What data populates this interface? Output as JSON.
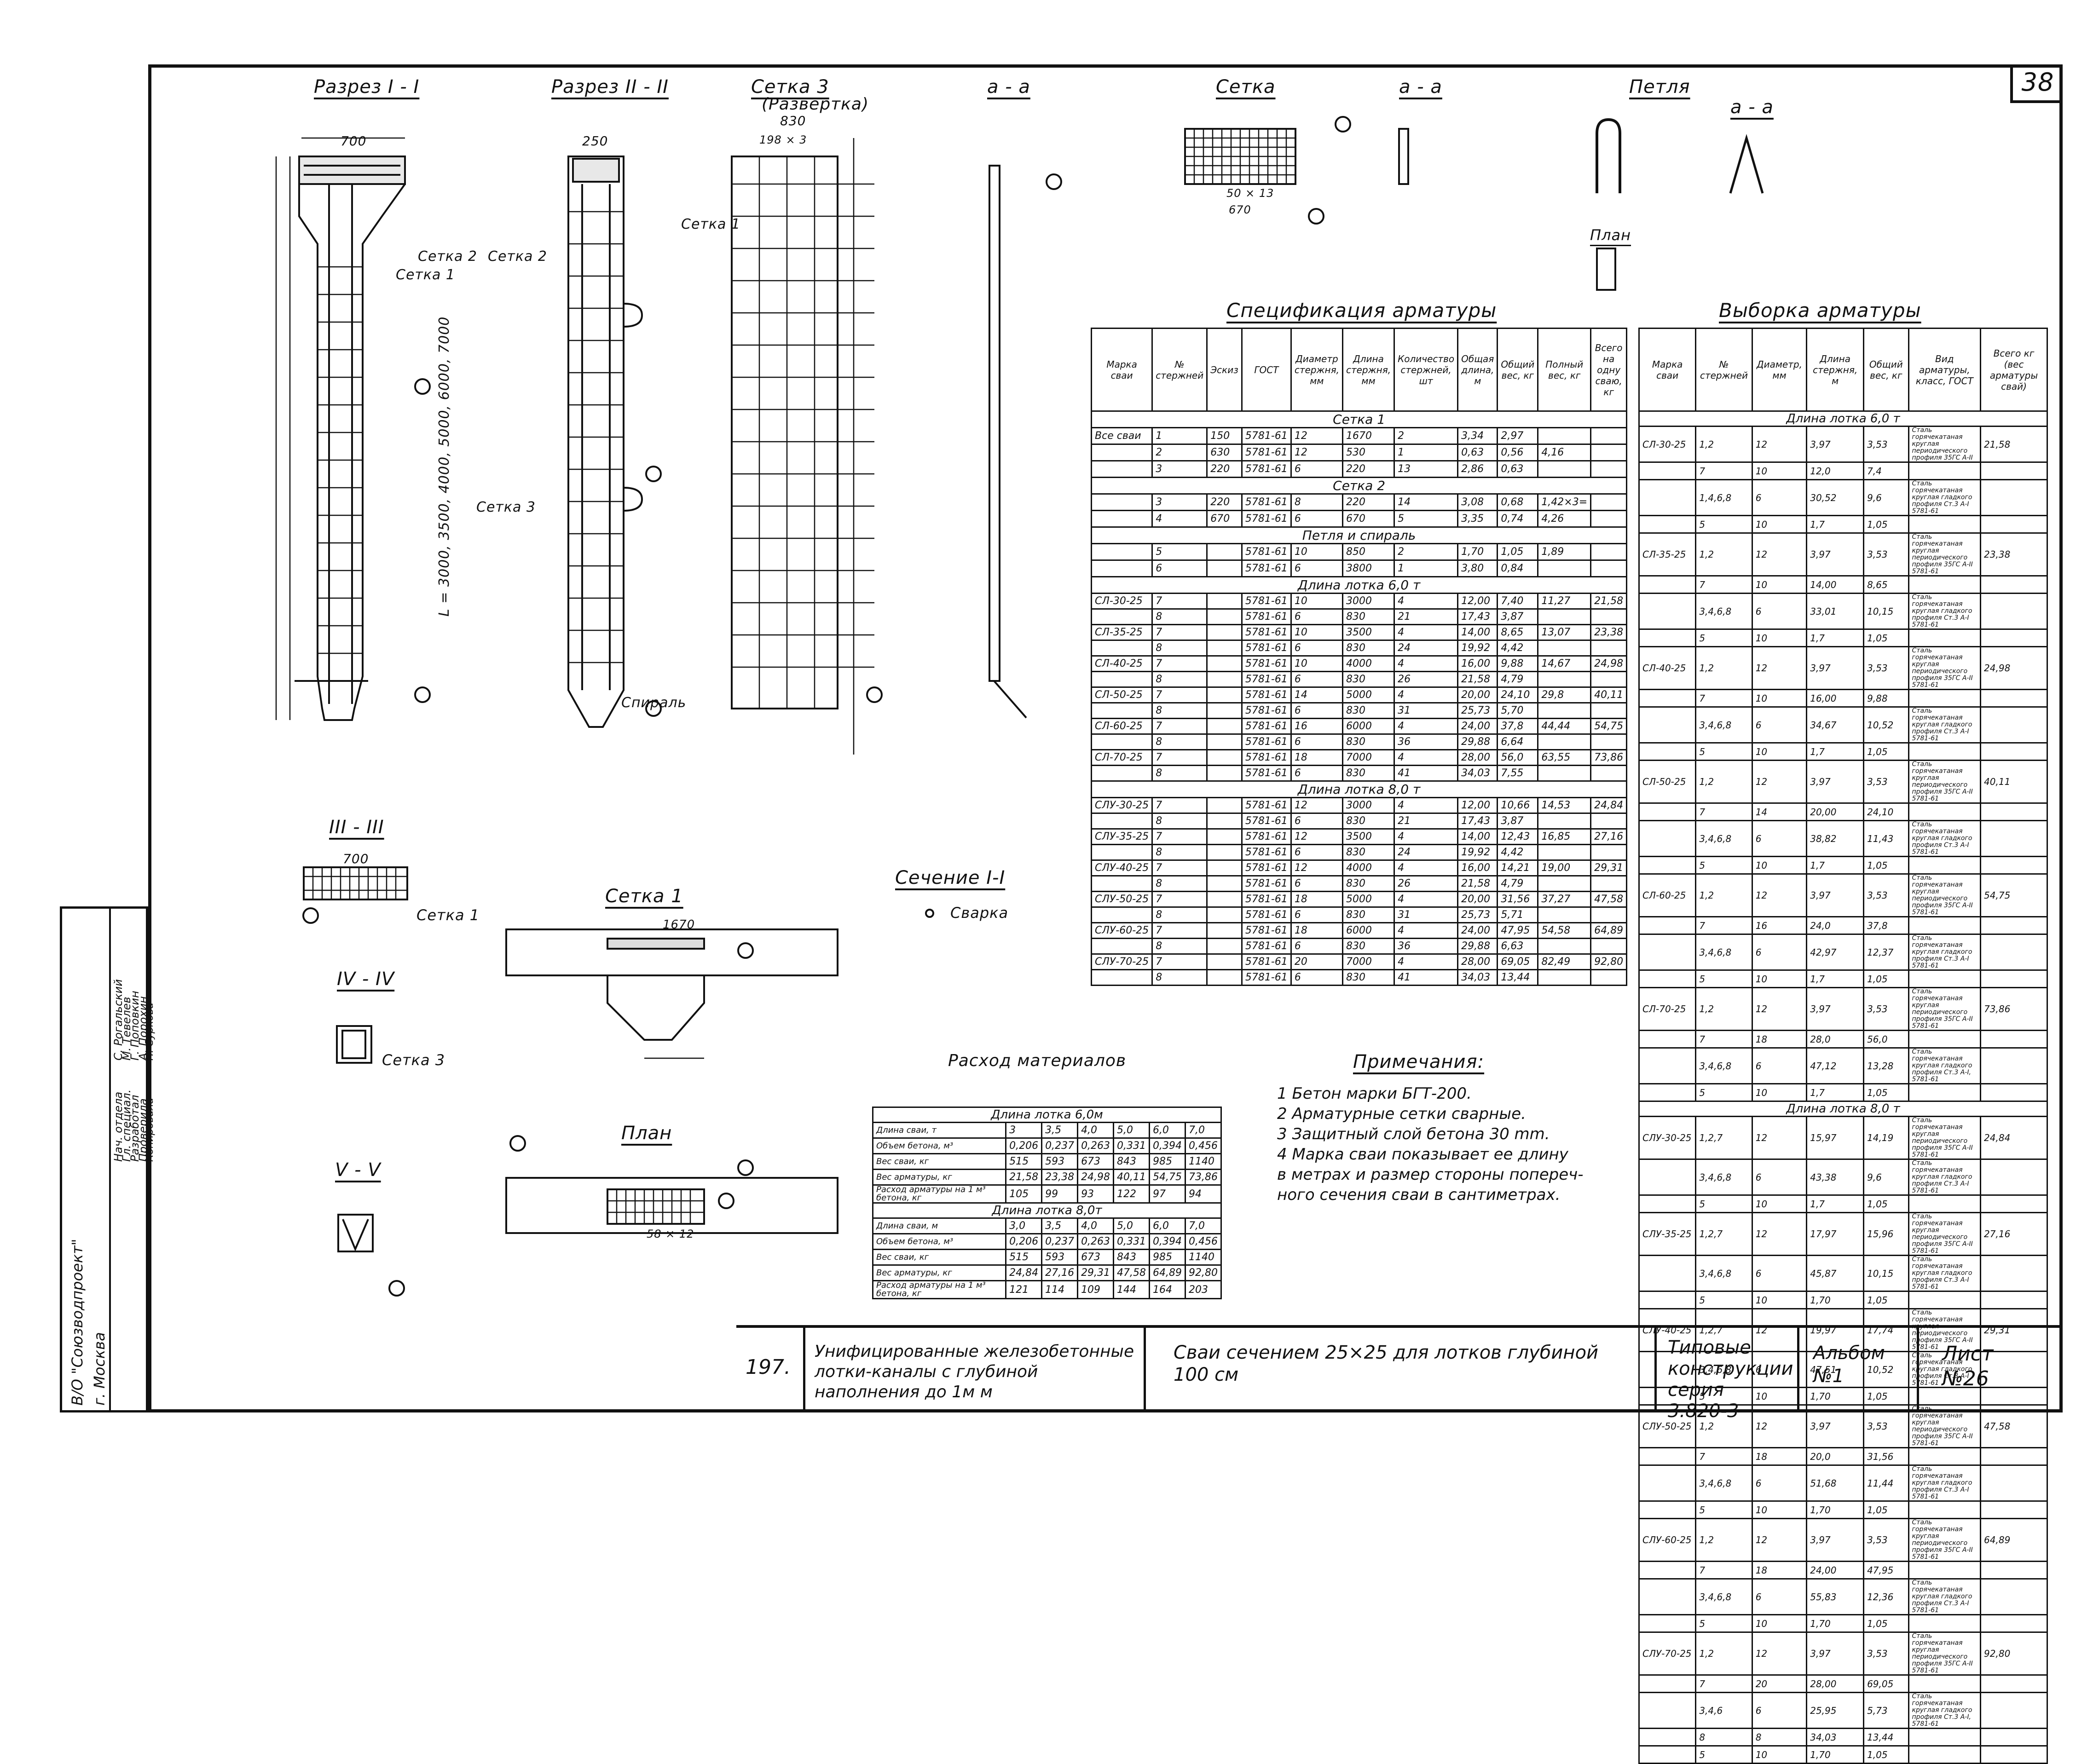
{
  "sheet_number": "38",
  "views": {
    "section_1": "Разрез I - I",
    "section_2": "Разрез II - II",
    "mesh3": "Сетка 3",
    "mesh3_sub": "(Развертка)",
    "aa1": "а - а",
    "mesh": "Сетка",
    "aa2": "а - а",
    "loop": "Петля",
    "aa3": "а - а",
    "plan_small": "План",
    "section_3": "III - III",
    "section_4": "IV - IV",
    "section_5": "V - V",
    "mesh1": "Сетка 1",
    "plan": "План",
    "section_i": "Сечение I-I"
  },
  "labels": {
    "setka1": "Сетка 1",
    "setka2": "Сетка 2",
    "setka3": "Сетка 3",
    "spiral": "Спираль",
    "svarka": "Сварка",
    "dim_l": "L = 3000, 3500, 4000, 5000, 6000, 7000",
    "dim_700": "700",
    "dim_250": "250",
    "dim_830": "830",
    "dim_1670": "1670",
    "dim_670": "670",
    "dim_198": "198 × 3",
    "dim_50x13": "50 × 13",
    "dim_58x12": "58 × 12"
  },
  "spec": {
    "title": "Спецификация арматуры",
    "headers": [
      "Марка сваи",
      "№ стержней",
      "Эскиз",
      "ГОСТ",
      "Диаметр стержня, мм",
      "Длина стержня, мм",
      "Количество стержней, шт",
      "Общая длина, м",
      "Общий вес, кг",
      "Полный вес, кг",
      "Всего на одну сваю, кг"
    ],
    "group_setka1": "Сетка 1",
    "group_setka2": "Сетка 2",
    "group_petlya": "Петля и спираль",
    "group_6m": "Длина лотка 6,0 т",
    "group_8m": "Длина лотка 8,0 т",
    "side_vse": "Все сваи",
    "rows_common": [
      [
        "1",
        "150",
        "5781-61",
        "12",
        "1670",
        "2",
        "3,34",
        "2,97",
        "",
        ""
      ],
      [
        "2",
        "630",
        "5781-61",
        "12",
        "530",
        "1",
        "0,63",
        "0,56",
        "4,16",
        ""
      ],
      [
        "3",
        "220",
        "5781-61",
        "6",
        "220",
        "13",
        "2,86",
        "0,63",
        "",
        ""
      ]
    ],
    "rows_setka2": [
      [
        "3",
        "220",
        "5781-61",
        "8",
        "220",
        "14",
        "3,08",
        "0,68",
        "1,42×3=",
        ""
      ],
      [
        "4",
        "670",
        "5781-61",
        "6",
        "670",
        "5",
        "3,35",
        "0,74",
        "4,26",
        ""
      ]
    ],
    "rows_petlya": [
      [
        "5",
        "",
        "5781-61",
        "10",
        "850",
        "2",
        "1,70",
        "1,05",
        "1,89",
        ""
      ],
      [
        "6",
        "",
        "5781-61",
        "6",
        "3800",
        "1",
        "3,80",
        "0,84",
        "",
        ""
      ]
    ],
    "rows_6m": [
      [
        "СЛ-30-25",
        "7",
        "5781-61",
        "10",
        "3000",
        "4",
        "12,00",
        "7,40",
        "11,27",
        "21,58"
      ],
      [
        "",
        "8",
        "5781-61",
        "6",
        "830",
        "21",
        "17,43",
        "3,87",
        "",
        ""
      ],
      [
        "СЛ-35-25",
        "7",
        "5781-61",
        "10",
        "3500",
        "4",
        "14,00",
        "8,65",
        "13,07",
        "23,38"
      ],
      [
        "",
        "8",
        "5781-61",
        "6",
        "830",
        "24",
        "19,92",
        "4,42",
        "",
        ""
      ],
      [
        "СЛ-40-25",
        "7",
        "5781-61",
        "10",
        "4000",
        "4",
        "16,00",
        "9,88",
        "14,67",
        "24,98"
      ],
      [
        "",
        "8",
        "5781-61",
        "6",
        "830",
        "26",
        "21,58",
        "4,79",
        "",
        ""
      ],
      [
        "СЛ-50-25",
        "7",
        "5781-61",
        "14",
        "5000",
        "4",
        "20,00",
        "24,10",
        "29,8",
        "40,11"
      ],
      [
        "",
        "8",
        "5781-61",
        "6",
        "830",
        "31",
        "25,73",
        "5,70",
        "",
        ""
      ],
      [
        "СЛ-60-25",
        "7",
        "5781-61",
        "16",
        "6000",
        "4",
        "24,00",
        "37,8",
        "44,44",
        "54,75"
      ],
      [
        "",
        "8",
        "5781-61",
        "6",
        "830",
        "36",
        "29,88",
        "6,64",
        "",
        ""
      ],
      [
        "СЛ-70-25",
        "7",
        "5781-61",
        "18",
        "7000",
        "4",
        "28,00",
        "56,0",
        "63,55",
        "73,86"
      ],
      [
        "",
        "8",
        "5781-61",
        "6",
        "830",
        "41",
        "34,03",
        "7,55",
        "",
        ""
      ]
    ],
    "rows_8m": [
      [
        "СЛУ-30-25",
        "7",
        "5781-61",
        "12",
        "3000",
        "4",
        "12,00",
        "10,66",
        "14,53",
        "24,84"
      ],
      [
        "",
        "8",
        "5781-61",
        "6",
        "830",
        "21",
        "17,43",
        "3,87",
        "",
        ""
      ],
      [
        "СЛУ-35-25",
        "7",
        "5781-61",
        "12",
        "3500",
        "4",
        "14,00",
        "12,43",
        "16,85",
        "27,16"
      ],
      [
        "",
        "8",
        "5781-61",
        "6",
        "830",
        "24",
        "19,92",
        "4,42",
        "",
        ""
      ],
      [
        "СЛУ-40-25",
        "7",
        "5781-61",
        "12",
        "4000",
        "4",
        "16,00",
        "14,21",
        "19,00",
        "29,31"
      ],
      [
        "",
        "8",
        "5781-61",
        "6",
        "830",
        "26",
        "21,58",
        "4,79",
        "",
        ""
      ],
      [
        "СЛУ-50-25",
        "7",
        "5781-61",
        "18",
        "5000",
        "4",
        "20,00",
        "31,56",
        "37,27",
        "47,58"
      ],
      [
        "",
        "8",
        "5781-61",
        "6",
        "830",
        "31",
        "25,73",
        "5,71",
        "",
        ""
      ],
      [
        "СЛУ-60-25",
        "7",
        "5781-61",
        "18",
        "6000",
        "4",
        "24,00",
        "47,95",
        "54,58",
        "64,89"
      ],
      [
        "",
        "8",
        "5781-61",
        "6",
        "830",
        "36",
        "29,88",
        "6,63",
        "",
        ""
      ],
      [
        "СЛУ-70-25",
        "7",
        "5781-61",
        "20",
        "7000",
        "4",
        "28,00",
        "69,05",
        "82,49",
        "92,80"
      ],
      [
        "",
        "8",
        "5781-61",
        "6",
        "830",
        "41",
        "34,03",
        "13,44",
        "",
        ""
      ]
    ]
  },
  "sample": {
    "title": "Выборка арматуры",
    "headers": [
      "Марка сваи",
      "№ стержней",
      "Диаметр, мм",
      "Длина стержня, м",
      "Общий вес, кг",
      "Вид арматуры, класс, ГОСТ",
      "Всего кг (вес арматуры свай)"
    ],
    "group_6m": "Длина лотка 6,0 т",
    "group_8m": "Длина лотка 8,0 т",
    "rows": [
      [
        "СЛ-30-25",
        "1,2",
        "12",
        "3,97",
        "3,53",
        "Сталь горячекатаная круглая периодического профиля 35ГС А-II",
        "21,58"
      ],
      [
        "",
        "7",
        "10",
        "12,0",
        "7,4",
        "",
        ""
      ],
      [
        "",
        "1,4,6,8",
        "6",
        "30,52",
        "9,6",
        "Сталь горячекатаная круглая гладкого профиля Ст.3 А-I 5781-61",
        ""
      ],
      [
        "",
        "5",
        "10",
        "1,7",
        "1,05",
        "",
        ""
      ],
      [
        "СЛ-35-25",
        "1,2",
        "12",
        "3,97",
        "3,53",
        "Сталь горячекатаная круглая периодического профиля 35ГС А-II 5781-61",
        "23,38"
      ],
      [
        "",
        "7",
        "10",
        "14,00",
        "8,65",
        "",
        ""
      ],
      [
        "",
        "3,4,6,8",
        "6",
        "33,01",
        "10,15",
        "Сталь горячекатаная круглая гладкого профиля Ст.3 А-I 5781-61",
        ""
      ],
      [
        "",
        "5",
        "10",
        "1,7",
        "1,05",
        "",
        ""
      ],
      [
        "СЛ-40-25",
        "1,2",
        "12",
        "3,97",
        "3,53",
        "Сталь горячекатаная круглая периодического профиля 35ГС А-II 5781-61",
        "24,98"
      ],
      [
        "",
        "7",
        "10",
        "16,00",
        "9,88",
        "",
        ""
      ],
      [
        "",
        "3,4,6,8",
        "6",
        "34,67",
        "10,52",
        "Сталь горячекатаная круглая гладкого профиля Ст.3 А-I 5781-61",
        ""
      ],
      [
        "",
        "5",
        "10",
        "1,7",
        "1,05",
        "",
        ""
      ],
      [
        "СЛ-50-25",
        "1,2",
        "12",
        "3,97",
        "3,53",
        "Сталь горячекатаная круглая периодического профиля 35ГС А-II 5781-61",
        "40,11"
      ],
      [
        "",
        "7",
        "14",
        "20,00",
        "24,10",
        "",
        ""
      ],
      [
        "",
        "3,4,6,8",
        "6",
        "38,82",
        "11,43",
        "Сталь горячекатаная круглая гладкого профиля Ст.3 А-I 5781-61",
        ""
      ],
      [
        "",
        "5",
        "10",
        "1,7",
        "1,05",
        "",
        ""
      ],
      [
        "СЛ-60-25",
        "1,2",
        "12",
        "3,97",
        "3,53",
        "Сталь горячекатаная круглая периодического профиля 35ГС А-II 5781-61",
        "54,75"
      ],
      [
        "",
        "7",
        "16",
        "24,0",
        "37,8",
        "",
        ""
      ],
      [
        "",
        "3,4,6,8",
        "6",
        "42,97",
        "12,37",
        "Сталь горячекатаная круглая гладкого профиля Ст.3 А-I 5781-61",
        ""
      ],
      [
        "",
        "5",
        "10",
        "1,7",
        "1,05",
        "",
        ""
      ],
      [
        "СЛ-70-25",
        "1,2",
        "12",
        "3,97",
        "3,53",
        "Сталь горячекатаная круглая периодического профиля 35ГС А-II 5781-61",
        "73,86"
      ],
      [
        "",
        "7",
        "18",
        "28,0",
        "56,0",
        "",
        ""
      ],
      [
        "",
        "3,4,6,8",
        "6",
        "47,12",
        "13,28",
        "Сталь горячекатаная круглая гладкого профиля Ст.3 А-I, 5781-61",
        ""
      ],
      [
        "",
        "5",
        "10",
        "1,7",
        "1,05",
        "",
        ""
      ],
      [
        "СЛУ-30-25",
        "1,2,7",
        "12",
        "15,97",
        "14,19",
        "Сталь горячекатаная круглая периодического профиля 35ГС А-II 5781-61",
        "24,84"
      ],
      [
        "",
        "3,4,6,8",
        "6",
        "43,38",
        "9,6",
        "Сталь горячекатаная круглая гладкого профиля Ст.3 А-I 5781-61",
        ""
      ],
      [
        "",
        "5",
        "10",
        "1,7",
        "1,05",
        "",
        ""
      ],
      [
        "СЛУ-35-25",
        "1,2,7",
        "12",
        "17,97",
        "15,96",
        "Сталь горячекатаная круглая периодического профиля 35ГС А-II 5781-61",
        "27,16"
      ],
      [
        "",
        "3,4,6,8",
        "6",
        "45,87",
        "10,15",
        "Сталь горячекатаная круглая гладкого профиля Ст.3 А-I 5781-61",
        ""
      ],
      [
        "",
        "5",
        "10",
        "1,70",
        "1,05",
        "",
        ""
      ],
      [
        "СЛУ-40-25",
        "1,2,7",
        "12",
        "19,97",
        "17,74",
        "Сталь горячекатаная круглая периодического профиля 35ГС А-II 5781-61",
        "29,31"
      ],
      [
        "",
        "3,4,6,8",
        "6",
        "47,51",
        "10,52",
        "Сталь горячекатаная круглая гладкого профиля Ст.3 А-I 5781-61",
        ""
      ],
      [
        "",
        "5",
        "10",
        "1,70",
        "1,05",
        "",
        ""
      ],
      [
        "СЛУ-50-25",
        "1,2",
        "12",
        "3,97",
        "3,53",
        "Сталь горячекатаная круглая периодического профиля 35ГС А-II 5781-61",
        "47,58"
      ],
      [
        "",
        "7",
        "18",
        "20,0",
        "31,56",
        "",
        ""
      ],
      [
        "",
        "3,4,6,8",
        "6",
        "51,68",
        "11,44",
        "Сталь горячекатаная круглая гладкого профиля Ст.3 А-I 5781-61",
        ""
      ],
      [
        "",
        "5",
        "10",
        "1,70",
        "1,05",
        "",
        ""
      ],
      [
        "СЛУ-60-25",
        "1,2",
        "12",
        "3,97",
        "3,53",
        "Сталь горячекатаная круглая периодического профиля 35ГС А-II 5781-61",
        "64,89"
      ],
      [
        "",
        "7",
        "18",
        "24,00",
        "47,95",
        "",
        ""
      ],
      [
        "",
        "3,4,6,8",
        "6",
        "55,83",
        "12,36",
        "Сталь горячекатаная круглая гладкого профиля Ст.3 А-I 5781-61",
        ""
      ],
      [
        "",
        "5",
        "10",
        "1,70",
        "1,05",
        "",
        ""
      ],
      [
        "СЛУ-70-25",
        "1,2",
        "12",
        "3,97",
        "3,53",
        "Сталь горячекатаная круглая периодического профиля 35ГС А-II 5781-61",
        "92,80"
      ],
      [
        "",
        "7",
        "20",
        "28,00",
        "69,05",
        "",
        ""
      ],
      [
        "",
        "3,4,6",
        "6",
        "25,95",
        "5,73",
        "Сталь горячекатаная круглая гладкого профиля Ст.3 А-I, 5781-61",
        ""
      ],
      [
        "",
        "8",
        "8",
        "34,03",
        "13,44",
        "",
        ""
      ],
      [
        "",
        "5",
        "10",
        "1,70",
        "1,05",
        "",
        ""
      ]
    ]
  },
  "materials": {
    "title": "Расход материалов",
    "group_6m": "Длина лотка 6,0м",
    "group_8m": "Длина лотка 8,0т",
    "rows_6m": [
      [
        "Длина сваи, т",
        "3",
        "3,5",
        "4,0",
        "5,0",
        "6,0",
        "7,0"
      ],
      [
        "Объем бетона, м³",
        "0,206",
        "0,237",
        "0,263",
        "0,331",
        "0,394",
        "0,456"
      ],
      [
        "Вес сваи, кг",
        "515",
        "593",
        "673",
        "843",
        "985",
        "1140"
      ],
      [
        "Вес арматуры, кг",
        "21,58",
        "23,38",
        "24,98",
        "40,11",
        "54,75",
        "73,86"
      ],
      [
        "Расход арматуры на 1 м³ бетона, кг",
        "105",
        "99",
        "93",
        "122",
        "97",
        "94"
      ]
    ],
    "rows_8m": [
      [
        "Длина сваи, м",
        "3,0",
        "3,5",
        "4,0",
        "5,0",
        "6,0",
        "7,0"
      ],
      [
        "Объем бетона, м³",
        "0,206",
        "0,237",
        "0,263",
        "0,331",
        "0,394",
        "0,456"
      ],
      [
        "Вес сваи, кг",
        "515",
        "593",
        "673",
        "843",
        "985",
        "1140"
      ],
      [
        "Вес арматуры, кг",
        "24,84",
        "27,16",
        "29,31",
        "47,58",
        "64,89",
        "92,80"
      ],
      [
        "Расход арматуры на 1 м³ бетона, кг",
        "121",
        "114",
        "109",
        "144",
        "164",
        "203"
      ]
    ]
  },
  "notes": {
    "title": "Примечания:",
    "lines": [
      "1  Бетон марки БГТ-200.",
      "2  Арматурные сетки сварные.",
      "3  Защитный слой бетона 30 mm.",
      "4  Марка сваи показывает ее длину",
      "    в метрах и размер стороны попереч-",
      "    ного сечения сваи в сантиметрах."
    ]
  },
  "stamp": {
    "org": "В/О \"Союзводпроект\"",
    "city": "г. Москва",
    "rows": [
      [
        "Нач. отдела",
        "С. Рогальский"
      ],
      [
        "Гл. специал.",
        "М. Тевелев"
      ],
      [
        "Разработал",
        "Г. Поповкин"
      ],
      [
        "Проверила",
        "А. Порохин"
      ],
      [
        "Копировала",
        "Н. Суркова"
      ]
    ]
  },
  "titleblock": {
    "code": "197.",
    "project": "Унифицированные железобетонные лотки-каналы с глубиной наполнения до 1м м",
    "subject": "Сваи сечением 25×25 для лотков глубиной 100 см",
    "series": "Типовые конструкции серия 3.820-3",
    "album": "Альбом №1",
    "sheet": "Лист №26"
  }
}
